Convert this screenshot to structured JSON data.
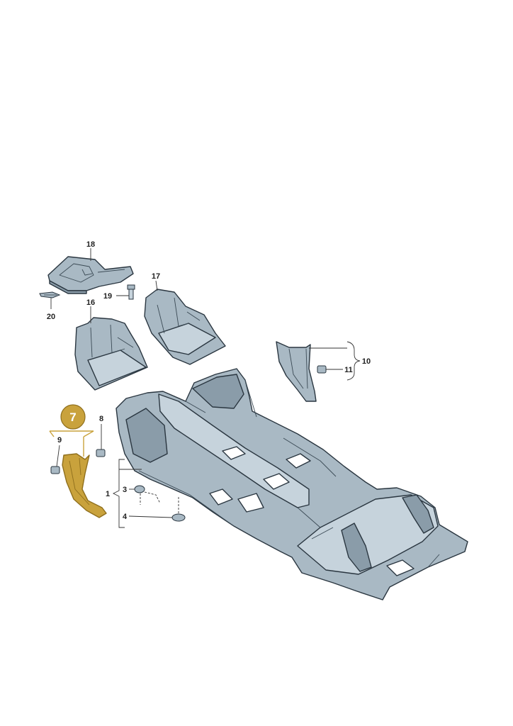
{
  "colors": {
    "background": "#ffffff",
    "part_fill": "#a9b9c4",
    "part_shade": "#8a9ca9",
    "part_light": "#c6d3dc",
    "outline": "#2a3640",
    "highlight": "#c9a23c",
    "highlight_dark": "#8f6f1d",
    "label": "#222222"
  },
  "callout": {
    "number": "7"
  },
  "labels": {
    "p18": "18",
    "p17": "17",
    "p19": "19",
    "p20": "20",
    "p16": "16",
    "p10": "10",
    "p11": "11",
    "p8": "8",
    "p9": "9",
    "p1": "1",
    "p3": "3",
    "p4": "4"
  }
}
